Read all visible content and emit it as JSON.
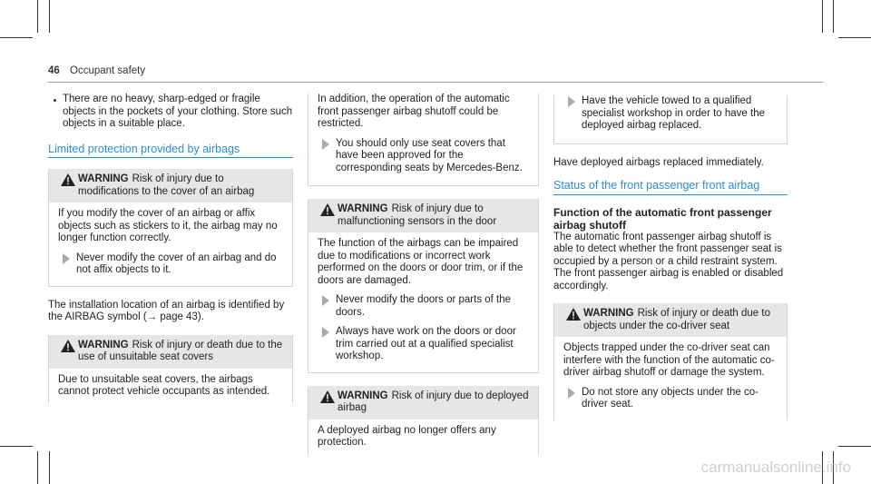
{
  "header": {
    "page_number": "46",
    "section": "Occupant safety"
  },
  "col1": {
    "bullet": "There are no heavy, sharp-edged or fragile objects in the pockets of your clothing. Store such objects in a suitable place.",
    "section_title": "Limited protection provided by airbags",
    "warning1": {
      "label": "WARNING",
      "headline": "Risk of injury due to modifications to the cover of an airbag",
      "body": "If you modify the cover of an airbag or affix objects such as stickers to it, the airbag may no longer function correctly.",
      "step": "Never modify the cover of an airbag and do not affix objects to it."
    },
    "paragraph": "The installation location of an airbag is identified by the AIRBAG symbol (→ page 43).",
    "warning2": {
      "label": "WARNING",
      "headline": "Risk of injury or death due to the use of unsuitable seat covers",
      "body": "Due to unsuitable seat covers, the airbags cannot protect vehicle occupants as intended."
    }
  },
  "col2": {
    "box1": {
      "body": "In addition, the operation of the automatic front passenger airbag shutoff could be restricted.",
      "step": "You should only use seat covers that have been approved for the corresponding seats by Mercedes-Benz."
    },
    "warning3": {
      "label": "WARNING",
      "headline": "Risk of injury due to malfunctioning sensors in the door",
      "body": "The function of the airbags can be impaired due to modifications or incorrect work performed on the doors or door trim, or if the doors are damaged.",
      "step1": "Never modify the doors or parts of the doors.",
      "step2": "Always have work on the doors or door trim carried out at a qualified specialist workshop."
    },
    "warning4": {
      "label": "WARNING",
      "headline": "Risk of injury due to deployed airbag",
      "body": "A deployed airbag no longer offers any protection."
    }
  },
  "col3": {
    "box1": {
      "step": "Have the vehicle towed to a qualified specialist workshop in order to have the deployed airbag replaced."
    },
    "paragraph": "Have deployed airbags replaced immediately.",
    "section_title": "Status of the front passenger front airbag",
    "subtitle": "Function of the automatic front passenger airbag shutoff",
    "paragraph2": "The automatic front passenger airbag shutoff is able to detect whether the front passenger seat is occupied by a person or a child restraint system. The front passenger airbag is enabled or disabled accordingly.",
    "warning5": {
      "label": "WARNING",
      "headline": "Risk of injury or death due to objects under the co-driver seat",
      "body": "Objects trapped under the co-driver seat can interfere with the function of the automatic co-driver airbag shutoff or damage the system.",
      "step": "Do not store any objects under the co-driver seat."
    }
  },
  "watermark": "carmanualsonline.info",
  "colors": {
    "accent": "#2b8bd6",
    "box_header": "#e6e6e6"
  }
}
